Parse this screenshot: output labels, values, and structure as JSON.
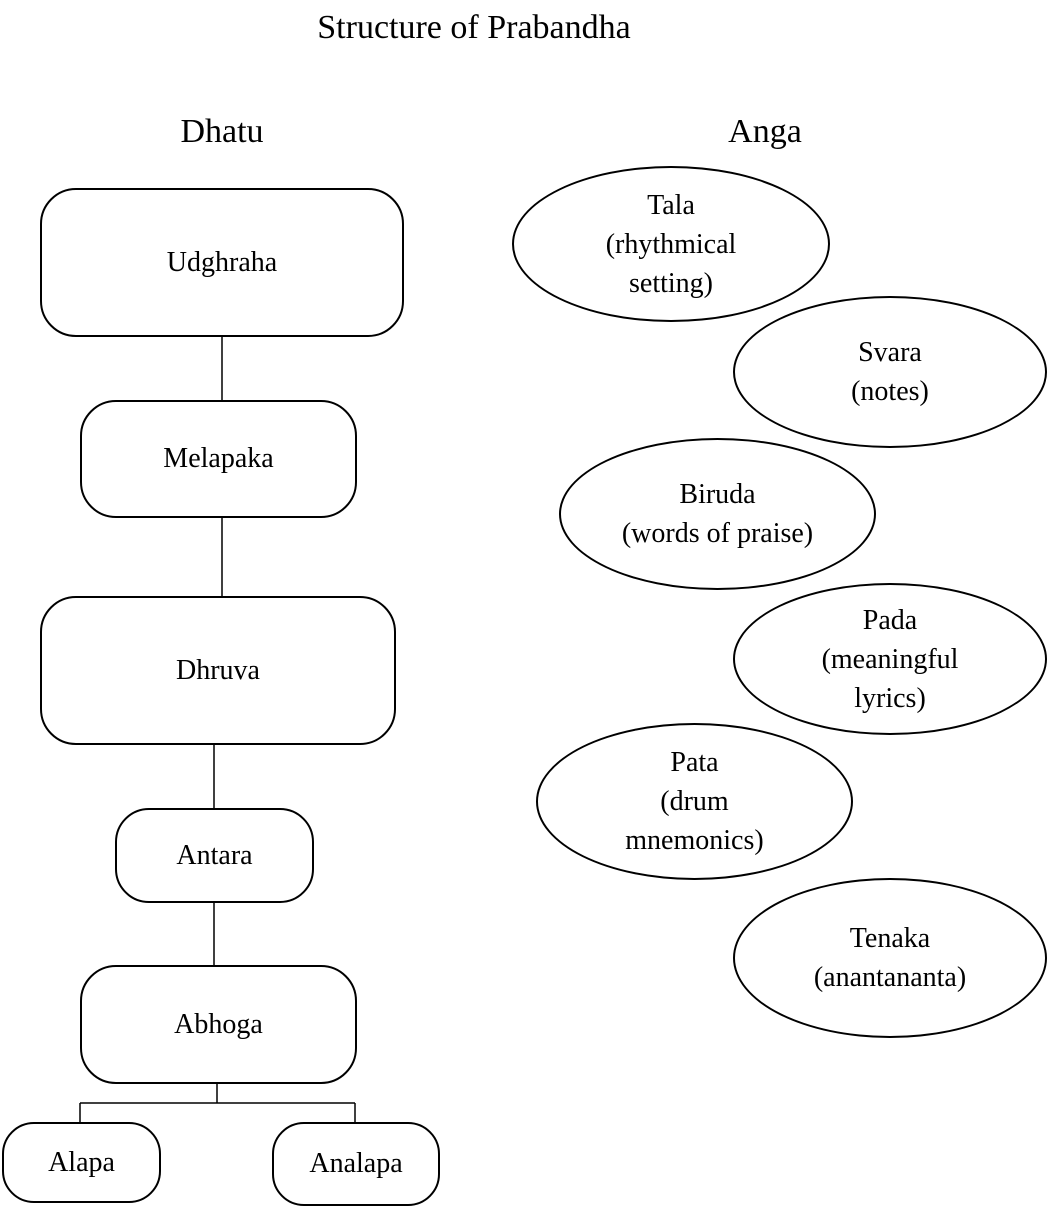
{
  "title": "Structure of Prabandha",
  "dhatu": {
    "heading": "Dhatu",
    "boxes": {
      "udghraha": "Udghraha",
      "melapaka": "Melapaka",
      "dhruva": "Dhruva",
      "antara": "Antara",
      "abhoga": "Abhoga",
      "alapa": "Alapa",
      "analapa": "Analapa"
    }
  },
  "anga": {
    "heading": "Anga",
    "items": {
      "tala": [
        "Tala",
        "(rhythmical",
        "setting)"
      ],
      "svara": [
        "Svara",
        "(notes)"
      ],
      "biruda": [
        "Biruda",
        "(words of praise)"
      ],
      "pada": [
        "Pada",
        "(meaningful",
        "lyrics)"
      ],
      "pata": [
        "Pata",
        "(drum",
        "mnemonics)"
      ],
      "tenaka": [
        "Tenaka",
        "(anantananta)"
      ]
    }
  }
}
